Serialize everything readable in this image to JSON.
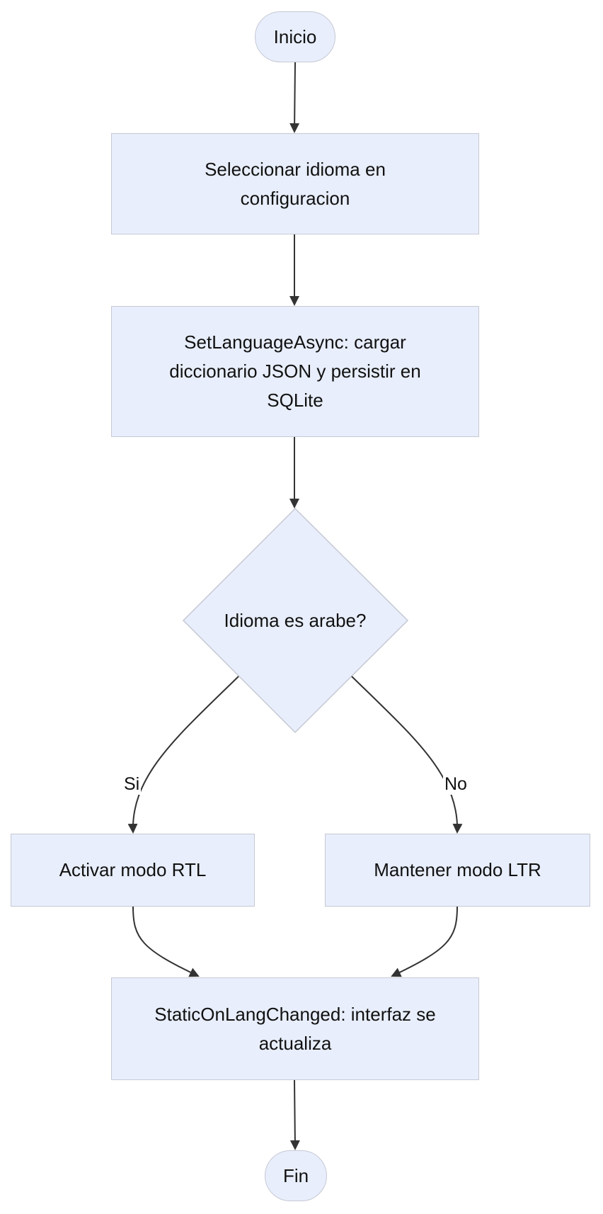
{
  "nodes": {
    "inicio": "Inicio",
    "seleccionar": "Seleccionar idioma en configuracion",
    "set_language": "SetLanguageAsync: cargar diccionario JSON y persistir en SQLite",
    "decision": "Idioma es arabe?",
    "rtl": "Activar modo RTL",
    "ltr": "Mantener modo LTR",
    "static_changed": "StaticOnLangChanged: interfaz se actualiza",
    "fin": "Fin"
  },
  "edge_labels": {
    "yes": "Si",
    "no": "No"
  },
  "colors": {
    "node_fill": "#e8eefb",
    "node_border": "#c6c9d4",
    "edge": "#333333"
  }
}
